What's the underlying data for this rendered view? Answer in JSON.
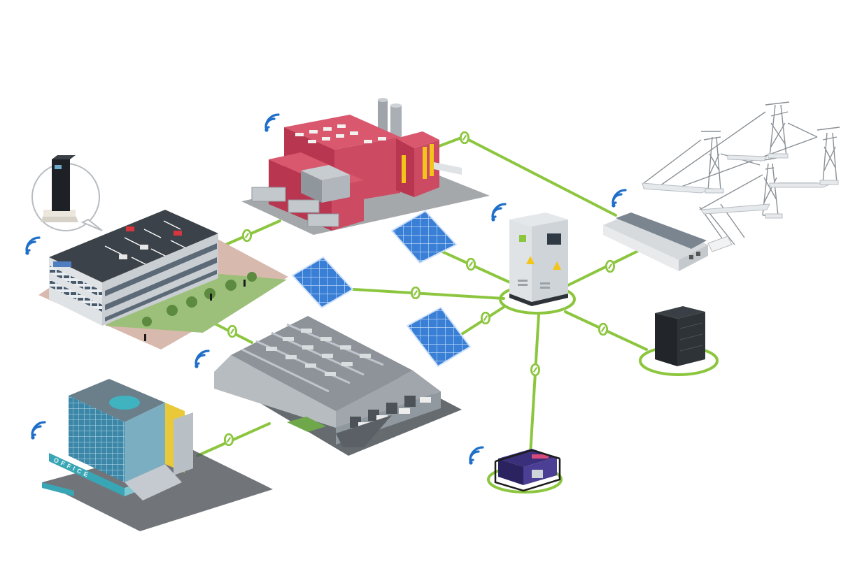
{
  "diagram": {
    "accent_color": "#8cc63f",
    "wifi_color": "#1f6fc9",
    "hub": "energy-storage-cabinet",
    "nodes": [
      {
        "id": "factory",
        "icon": "factory-icon"
      },
      {
        "id": "office-parking",
        "icon": "office-parking-icon"
      },
      {
        "id": "ev-charger",
        "icon": "ev-charger-icon"
      },
      {
        "id": "warehouse",
        "icon": "warehouse-icon"
      },
      {
        "id": "office-tower",
        "icon": "office-tower-icon"
      },
      {
        "id": "solar-panel-1",
        "icon": "solar-panel-icon"
      },
      {
        "id": "solar-panel-2",
        "icon": "solar-panel-icon"
      },
      {
        "id": "solar-panel-3",
        "icon": "solar-panel-icon"
      },
      {
        "id": "energy-storage-cabinet",
        "icon": "storage-cabinet-icon"
      },
      {
        "id": "substation",
        "icon": "substation-icon"
      },
      {
        "id": "transmission-towers",
        "icon": "transmission-tower-icon"
      },
      {
        "id": "battery-rack",
        "icon": "battery-rack-icon"
      },
      {
        "id": "generator",
        "icon": "generator-icon"
      }
    ],
    "building_sign": "OFFICE"
  }
}
